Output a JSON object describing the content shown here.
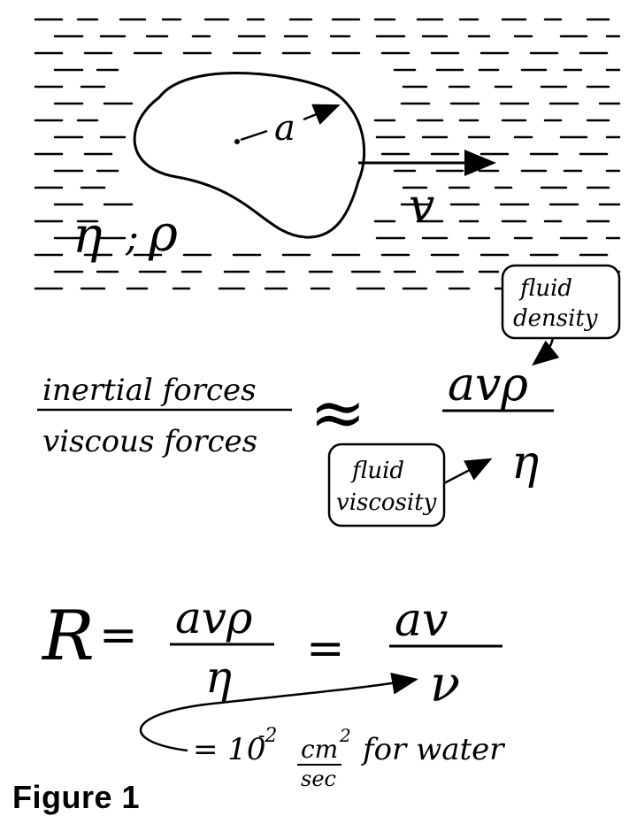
{
  "diagram": {
    "fluid_symbols": {
      "viscosity": "η",
      "separator": ";",
      "density": "ρ"
    },
    "radius_label": "a",
    "velocity_label": "v",
    "ratio": {
      "numerator": "inertial forces",
      "denominator": "viscous forces",
      "approx": "≈"
    },
    "fraction_rhs": {
      "top": "avρ",
      "bottom": "η"
    },
    "callouts": {
      "density": {
        "line1": "fluid",
        "line2": "density"
      },
      "viscosity": {
        "line1": "fluid",
        "line2": "viscosity"
      }
    },
    "reynolds": {
      "symbol": "R",
      "eq1": "=",
      "frac1": {
        "top": "avρ",
        "bottom": "η"
      },
      "eq2": "=",
      "frac2": {
        "top": "av",
        "bottom": "ν"
      }
    },
    "note": {
      "eq": "= 10",
      "exp": "-2",
      "unit_top": "cm",
      "unit_top_exp": "2",
      "unit_bottom": "sec",
      "tail": "for water"
    }
  },
  "caption": "Figure 1"
}
